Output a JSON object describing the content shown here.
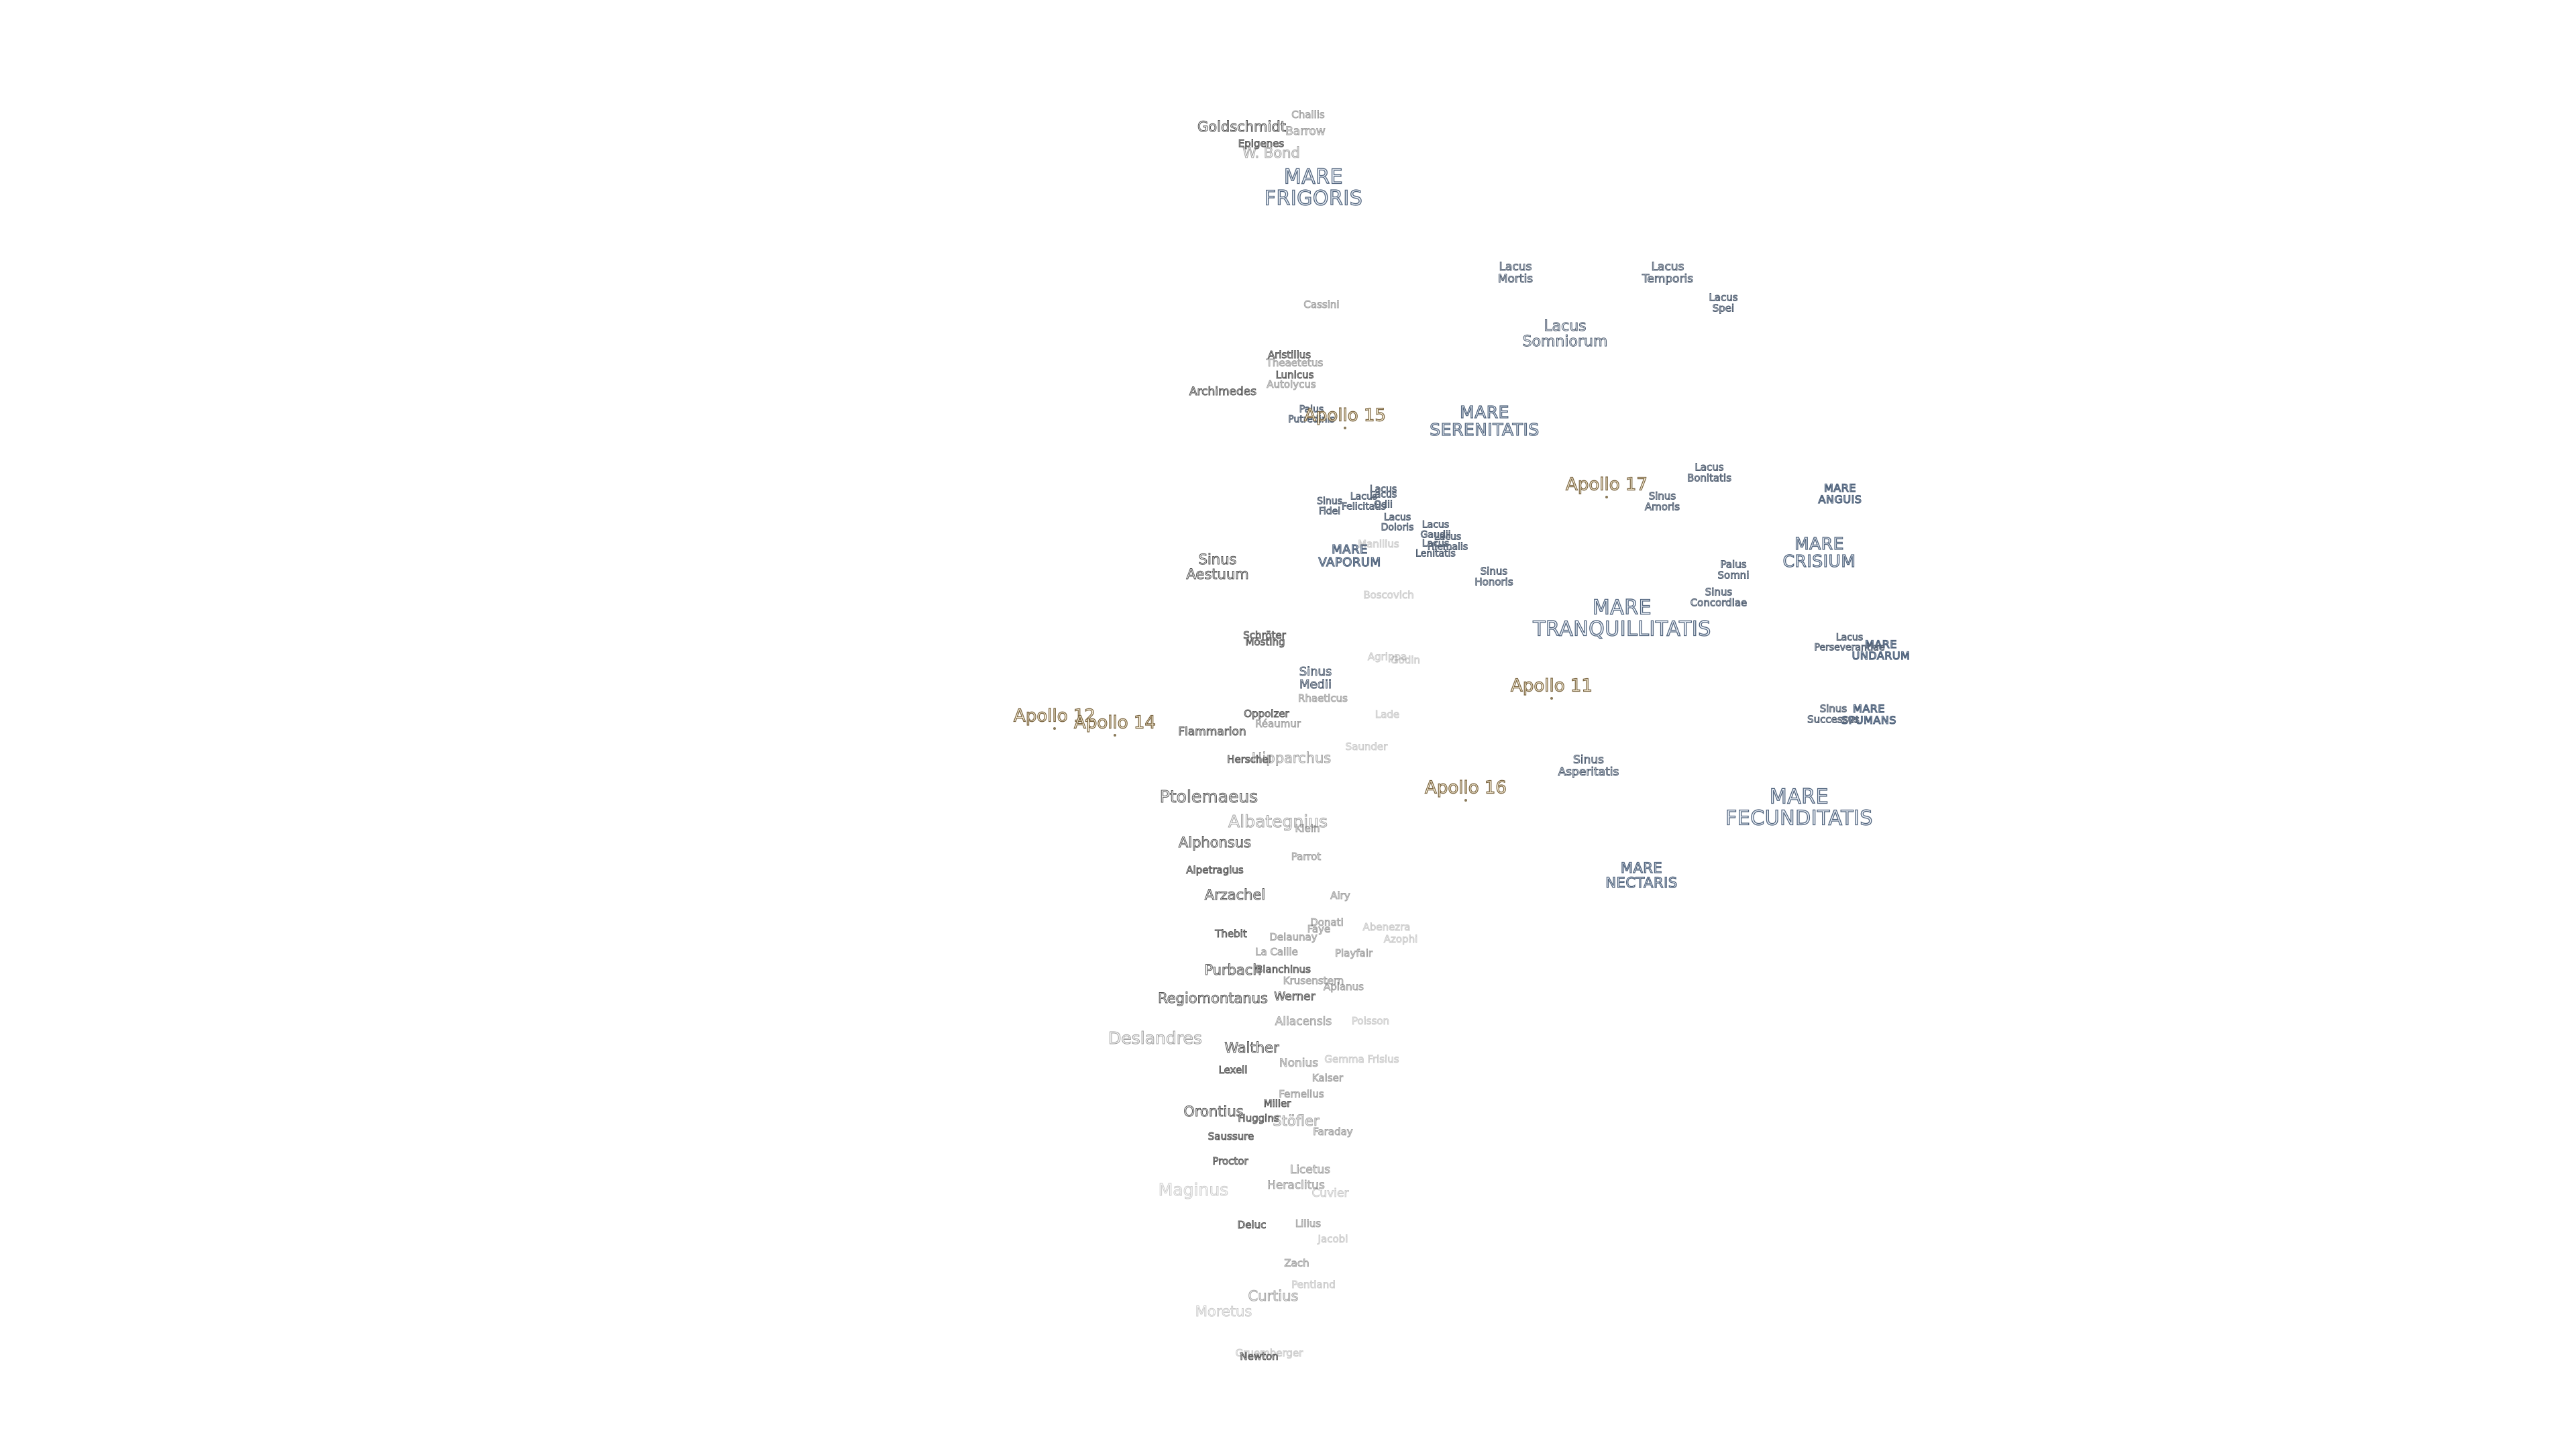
{
  "maria": {
    "frigoris": "MARE\nFRIGORIS",
    "serenitatis": "MARE\nSERENITATIS",
    "tranquillitatis": "MARE\nTRANQUILLITATIS",
    "crisium": "MARE\nCRISIUM",
    "fecunditatis": "MARE\nFECUNDITATIS",
    "nectaris": "MARE\nNECTARIS",
    "vaporum": "MARE\nVAPORUM",
    "anguis": "MARE\nANGUIS",
    "undarum": "MARE\nUNDARUM",
    "spumans": "MARE\nSPUMANS"
  },
  "lakes_bays": {
    "lacus_somniorum": "Lacus\nSomniorum",
    "lacus_mortis": "Lacus\nMortis",
    "lacus_temporis": "Lacus\nTemporis",
    "lacus_spei": "Lacus\nSpei",
    "lacus_bonitatis": "Lacus\nBonitatis",
    "sinus_amoris": "Sinus\nAmoris",
    "palus_somni": "Palus\nSomni",
    "sinus_concordiae": "Sinus\nConcordiae",
    "lacus_perseverantiae": "Lacus\nPerseverantiae",
    "sinus_successus": "Sinus\nSuccessus",
    "sinus_honoris": "Sinus\nHonoris",
    "sinus_asperitatis": "Sinus\nAsperitatis",
    "sinus_aestuum": "Sinus\nAestuum",
    "sinus_medii": "Sinus\nMedii",
    "sinus_fidei": "Sinus\nFidei",
    "lacus_felicitatis": "Lacus\nFelicitatis",
    "lacus_odii": "Lacus\nOdii",
    "lacus_doloris": "Lacus\nDoloris",
    "lacus_gaudii": "Lacus\nGaudii",
    "lacus_hiemalis": "Lacus\nHiemalis",
    "lacus_lenitatis": "Lacus\nLenitatis",
    "palus_putredinis": "Palus\nPutredinis",
    "lacus_1": "Lacus"
  },
  "apollo": {
    "a11": "Apollo 11",
    "a12": "Apollo 12",
    "a14": "Apollo 14",
    "a15": "Apollo 15",
    "a16": "Apollo 16",
    "a17": "Apollo 17"
  },
  "craters": {
    "goldschmidt": "Goldschmidt",
    "challis": "Challis",
    "barrow": "Barrow",
    "epigenes": "Epigenes",
    "wbond": "W. Bond",
    "cassini": "Cassini",
    "aristillus": "Aristillus",
    "theaetetus": "Theaetetus",
    "lunicus": "Lunicus",
    "autolycus": "Autolycus",
    "archimedes": "Archimedes",
    "manilius": "Manilius",
    "boscovich": "Boscovich",
    "schroter": "Schröter",
    "mosting": "Mösting",
    "agrippa": "Agrippa",
    "godin": "Godin",
    "rhaeticus": "Rhaeticus",
    "oppolzer": "Oppolzer",
    "reaumur": "Réaumur",
    "lade": "Lade",
    "flammarion": "Flammarion",
    "herschel": "Herschel",
    "hipparchus": "Hipparchus",
    "saunder": "Saunder",
    "ptolemaeus": "Ptolemaeus",
    "albategnius": "Albategnius",
    "klein": "Klein",
    "alphonsus": "Alphonsus",
    "parrot": "Parrot",
    "alpetragius": "Alpetragius",
    "arzachel": "Arzachel",
    "airy": "Airy",
    "donati": "Donati",
    "faye": "Faye",
    "abenezra": "Abenezra",
    "azophi": "Azophi",
    "thebit": "Thebit",
    "delaunay": "Delaunay",
    "lacaille": "La Caille",
    "playfair": "Playfair",
    "purbach": "Purbach",
    "blanchinus": "Blanchinus",
    "krusenstern": "Krusenstern",
    "apianus": "Apianus",
    "regiomontanus": "Regiomontanus",
    "werner": "Werner",
    "aliacensis": "Aliacensis",
    "poisson": "Poisson",
    "deslandres": "Deslandres",
    "walther": "Walther",
    "nonius": "Nonius",
    "gemma": "Gemma Frisius",
    "lexell": "Lexell",
    "kaiser": "Kaiser",
    "fernelius": "Fernelius",
    "orontius": "Orontius",
    "miller": "Miller",
    "huggins": "Huggins",
    "stofler": "Stöfler",
    "saussure": "Saussure",
    "faraday": "Faraday",
    "proctor": "Proctor",
    "licetus": "Licetus",
    "maginus": "Maginus",
    "heraclitus": "Heraclitus",
    "cuvier": "Cuvier",
    "deluc": "Deluc",
    "lilius": "Lilius",
    "jacobi": "Jacobi",
    "zach": "Zach",
    "pentland": "Pentland",
    "curtius": "Curtius",
    "moretus": "Moretus",
    "gruemberger": "Gruemberger",
    "newton": "Newton"
  }
}
